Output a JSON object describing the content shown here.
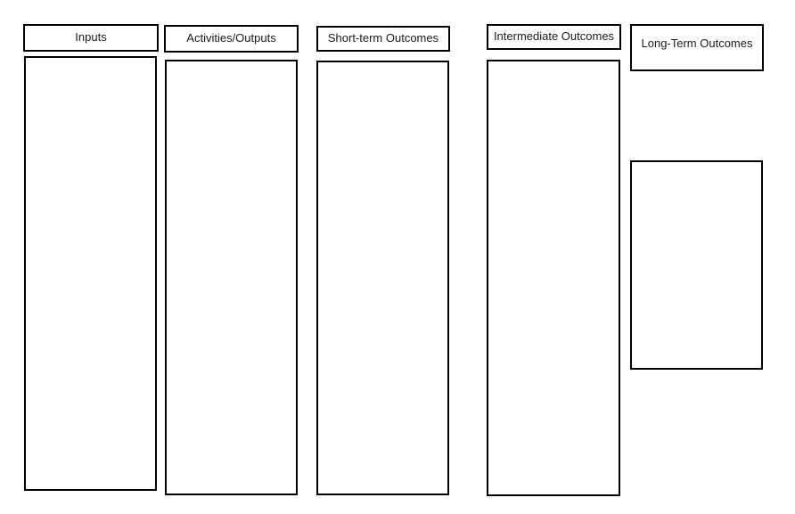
{
  "diagram": {
    "type": "logic-model-template",
    "columns": [
      {
        "name": "inputs",
        "header": "Inputs"
      },
      {
        "name": "activities-outputs",
        "header": "Activities/Outputs"
      },
      {
        "name": "short-term-outcomes",
        "header": "Short-term Outcomes"
      },
      {
        "name": "intermediate-outcomes",
        "header": "Intermediate Outcomes"
      },
      {
        "name": "long-term-outcomes",
        "header": "Long-Term Outcomes"
      }
    ],
    "colors": {
      "border": "#000000",
      "box_fill": "#ffffff",
      "text": "#1a1a1a",
      "page_background": "#ffffff"
    }
  }
}
